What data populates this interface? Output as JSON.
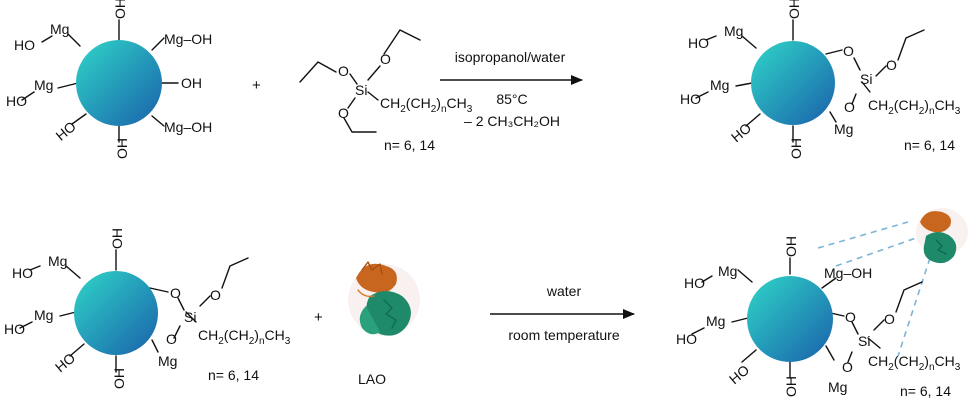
{
  "labels": {
    "oh": "OH",
    "ho": "HO",
    "mg": "Mg",
    "mg_oh": "Mg–OH",
    "o": "O",
    "si": "Si",
    "chain_main": "CH",
    "chain_n": "n",
    "chain_end": "CH",
    "sub2": "2",
    "sub3": "3",
    "n_values": "n= 6, 14",
    "plus": "+",
    "lao": "LAO"
  },
  "reaction1": {
    "above": "isopropanol/water",
    "below_temp": "85°C",
    "below_byproduct": "– 2 CH₃CH₂OH"
  },
  "reaction2": {
    "above": "water",
    "below": "room temperature"
  },
  "colors": {
    "sphere_teal": "#27c7c4",
    "sphere_blue": "#1c6fb0",
    "protein_orange": "#c8661f",
    "protein_green": "#1f8a6a",
    "interaction_dash": "#7cb4d8"
  }
}
